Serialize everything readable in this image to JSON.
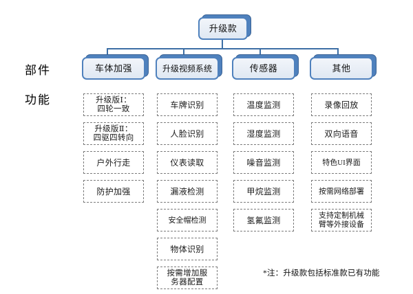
{
  "diagram": {
    "title_node": {
      "label": "升级款"
    },
    "row_labels": {
      "parts": "部件",
      "functions": "功能"
    },
    "categories": [
      {
        "label": "车体加强"
      },
      {
        "label": "升级视频系统"
      },
      {
        "label": "传感器"
      },
      {
        "label": "其他"
      }
    ],
    "columns": [
      {
        "category": "车体加强",
        "items": [
          "升级版Ⅰ：\n四轮一致",
          "升级版Ⅱ：\n四驱四转向",
          "户外行走",
          "防护加强"
        ]
      },
      {
        "category": "升级视频系统",
        "items": [
          "车牌识别",
          "人脸识别",
          "仪表读取",
          "漏液检测",
          "安全帽检测",
          "物体识别",
          "按需增加服\n务器配置"
        ]
      },
      {
        "category": "传感器",
        "items": [
          "温度监测",
          "湿度监测",
          "噪音监测",
          "甲烷监测",
          "氢氟监测"
        ]
      },
      {
        "category": "其他",
        "items": [
          "录像回放",
          "双向语音",
          "特色UI界面",
          "按需网络部署",
          "支持定制机械\n臂等外接设备"
        ]
      }
    ],
    "footnote": "*注：升级款包括标准款已有功能",
    "colors": {
      "node_border": "#4f81bd",
      "node_shadow": "#4f81bd",
      "node_fill": "#e8eef6",
      "connector": "#3c6ea5",
      "leaf_border": "#7a7a7a",
      "background": "#ffffff"
    }
  }
}
